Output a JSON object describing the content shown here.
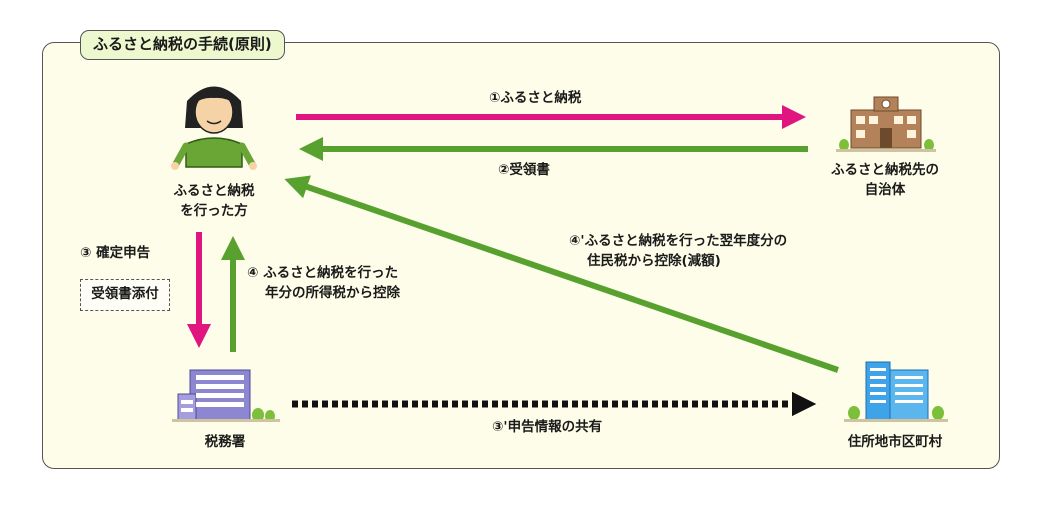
{
  "title": "ふるさと納税の手続(原則)",
  "nodes": {
    "person": {
      "line1": "ふるさと納税",
      "line2": "を行った方"
    },
    "donation_municipality": {
      "line1": "ふるさと納税先の",
      "line2": "自治体"
    },
    "tax_office": {
      "label": "税務署"
    },
    "residence_municipality": {
      "label": "住所地市区町村"
    }
  },
  "flows": {
    "f1": "①ふるさと納税",
    "f2": "②受領書",
    "f3": "③ 確定申告",
    "f3_attach": "受領書添付",
    "f3b": "③'申告情報の共有",
    "f4_line1": "④ ふるさと納税を行った",
    "f4_line2": "年分の所得税から控除",
    "f4b_line1": "④'ふるさと納税を行った翌年度分の",
    "f4b_line2": "住民税から控除(減額)"
  },
  "colors": {
    "frame_bg": "#fdfde9",
    "title_bg": "#eef8cf",
    "arrow_pink": "#e0157f",
    "arrow_green": "#58a12f",
    "arrow_dashed": "#111111",
    "person_shirt": "#6aa636",
    "tax_office": "#8d86d0",
    "municipality": "#3ea3e8",
    "school": "#b4825a"
  }
}
